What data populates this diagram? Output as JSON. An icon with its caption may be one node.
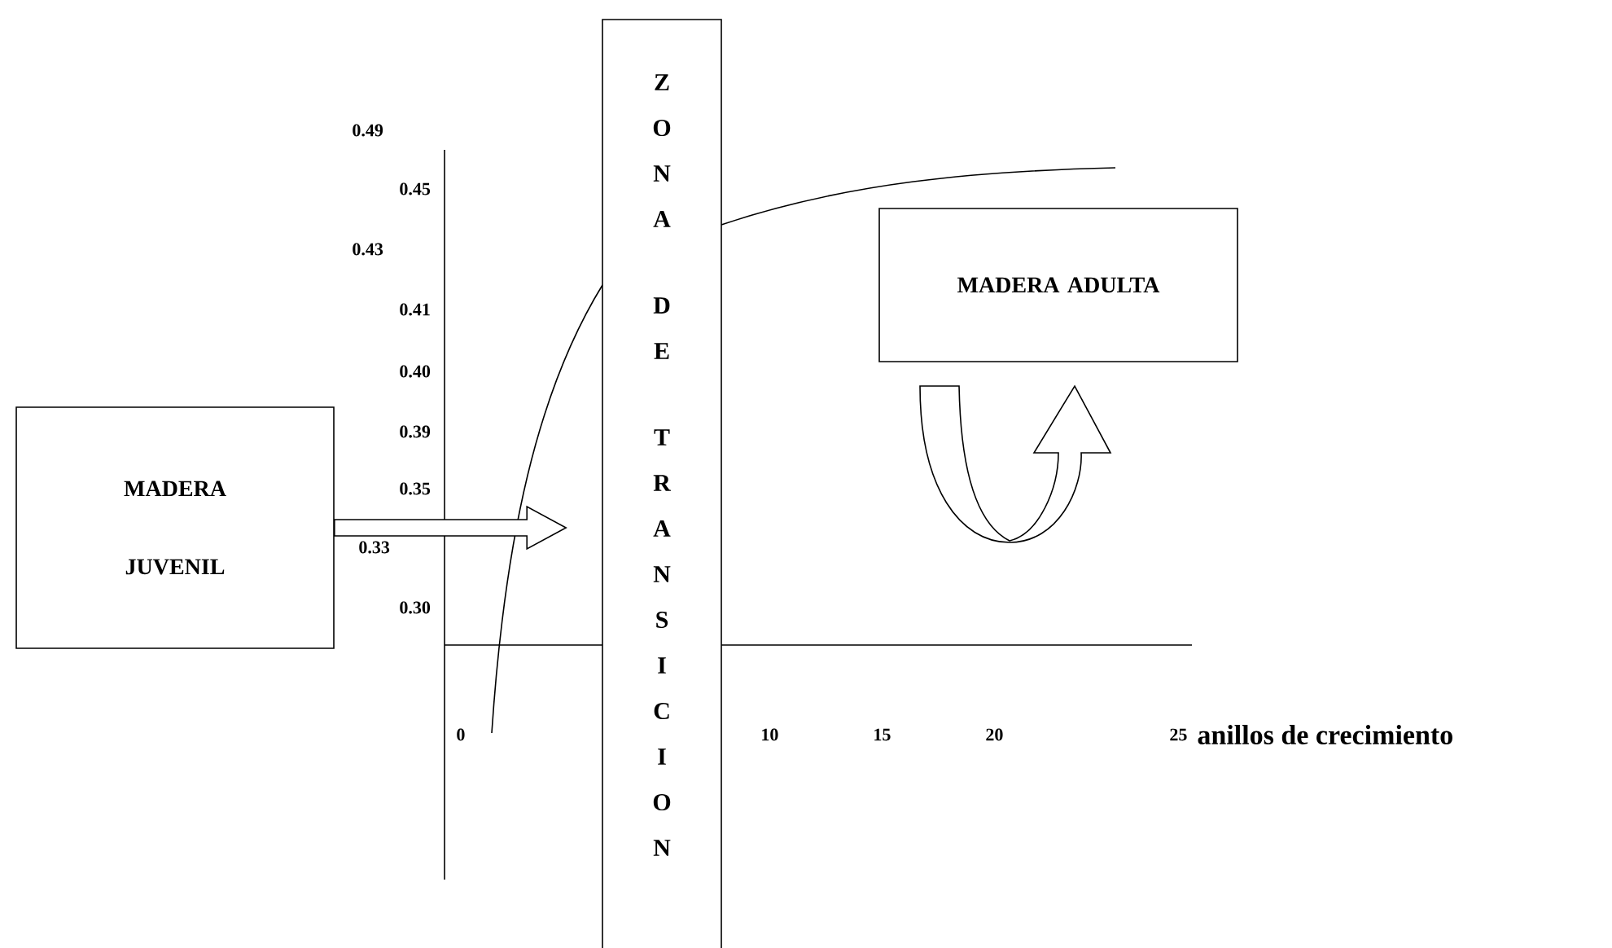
{
  "diagram": {
    "nodes": [
      {
        "text": [
          "MADERA JUVENIL"
        ]
      },
      {
        "text": [
          "ZONA DE TRANSICION"
        ]
      },
      {
        "text": [
          "MADERA ADULTA"
        ]
      }
    ],
    "edges": [
      {
        "from": 0,
        "to": 1,
        "arrow": "to"
      }
    ],
    "labels": [
      "0.49",
      "0.45",
      "0.43",
      "0.41",
      "0.40",
      "0.39",
      "0.35",
      "0.33",
      "0.30",
      "0",
      "10",
      "15",
      "20",
      "25",
      "anillos de crecimiento"
    ]
  }
}
